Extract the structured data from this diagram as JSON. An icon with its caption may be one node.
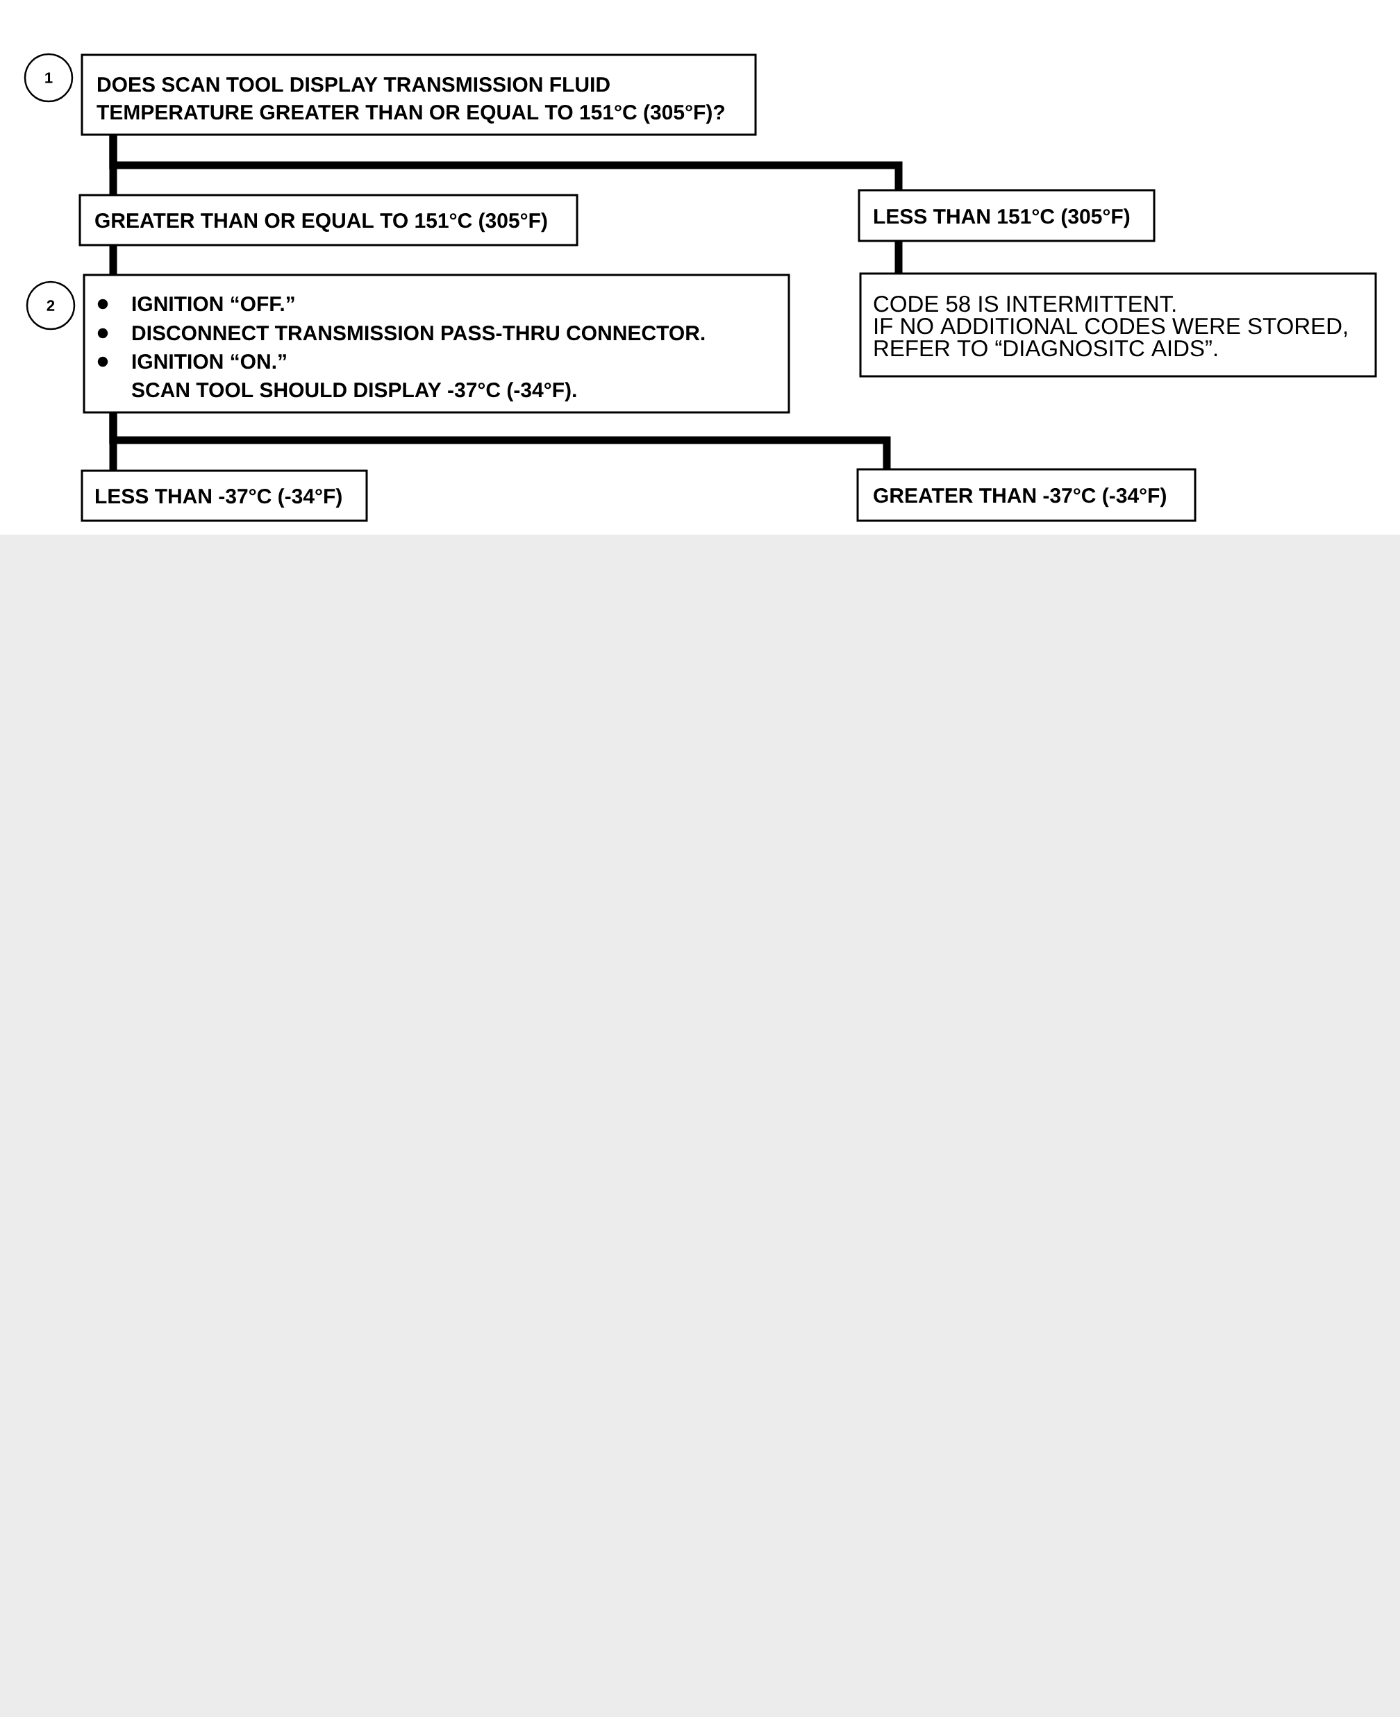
{
  "diagram": {
    "nodes": [
      {
        "text": [
          "1"
        ]
      },
      {
        "text": [
          "DOES SCAN TOOL DISPLAY TRANSMISSION FLUID TEMPERATURE GREATER THAN OR EQUAL TO 151°C (305°F)?"
        ]
      },
      {
        "text": [
          "GREATER THAN OR EQUAL TO 151°C (305°F)"
        ]
      },
      {
        "text": [
          "LESS THAN 151°C (305°F)"
        ]
      },
      {
        "text": [
          "2"
        ]
      },
      {
        "text": [
          "IGNITION “OFF.”",
          "DISCONNECT TRANSMISSION PASS-THRU CONNECTOR.",
          "IGNITION “ON.”",
          "SCAN TOOL SHOULD DISPLAY -37°C (-34°F)."
        ]
      },
      {
        "text": [
          "CODE 58 IS INTERMITTENT.",
          "IF NO ADDITIONAL CODES WERE STORED, REFER TO “DIAGNOSITC AIDS”."
        ]
      },
      {
        "text": [
          "LESS THAN -37°C (-34°F)"
        ]
      },
      {
        "text": [
          "GREATER THAN -37°C (-34°F)"
        ]
      }
    ],
    "edges": [
      {
        "from": 1,
        "to": 2,
        "arrow": "none"
      },
      {
        "from": 1,
        "to": 3,
        "arrow": "none"
      },
      {
        "from": 3,
        "to": 6,
        "arrow": "none"
      },
      {
        "from": 2,
        "to": 5,
        "arrow": "none"
      },
      {
        "from": 5,
        "to": 7,
        "arrow": "none"
      },
      {
        "from": 5,
        "to": 8,
        "arrow": "none"
      }
    ]
  }
}
